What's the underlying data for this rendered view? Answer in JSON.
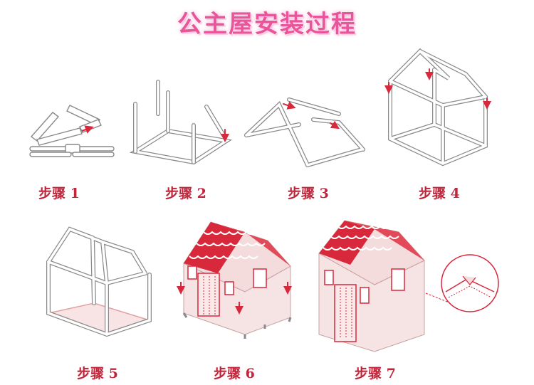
{
  "title": "公主屋安装过程",
  "steps": [
    {
      "label": "步骤 1"
    },
    {
      "label": "步骤 2"
    },
    {
      "label": "步骤 3"
    },
    {
      "label": "步骤 4"
    },
    {
      "label": "步骤 5"
    },
    {
      "label": "步骤 6"
    },
    {
      "label": "步骤 7"
    }
  ],
  "colors": {
    "title": "#e8559a",
    "step_label": "#c2253b",
    "roof": "#d8283c",
    "frame_stroke": "#8a8a8a",
    "fabric": "#f6e3e3"
  }
}
